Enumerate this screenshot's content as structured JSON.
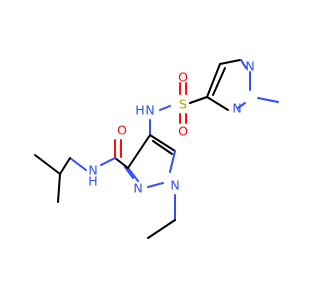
{
  "molecule": {
    "colors": {
      "carbon": "#000000",
      "nitrogen": "#3050F8",
      "oxygen": "#FF0D0D",
      "sulfur": "#B8A000",
      "background": "#ffffff"
    },
    "atom_labels": {
      "n_sulfonamide": "N",
      "h_sulfonamide": "H",
      "n_amide": "N",
      "h_amide": "H",
      "n_ring1_a": "N",
      "n_ring1_b": "N",
      "n_ring2_a": "N",
      "n_ring2_b": "N",
      "o_amide": "O",
      "o_sulfonyl_1": "O",
      "o_sulfonyl_2": "O",
      "s_sulfonyl": "S"
    }
  }
}
